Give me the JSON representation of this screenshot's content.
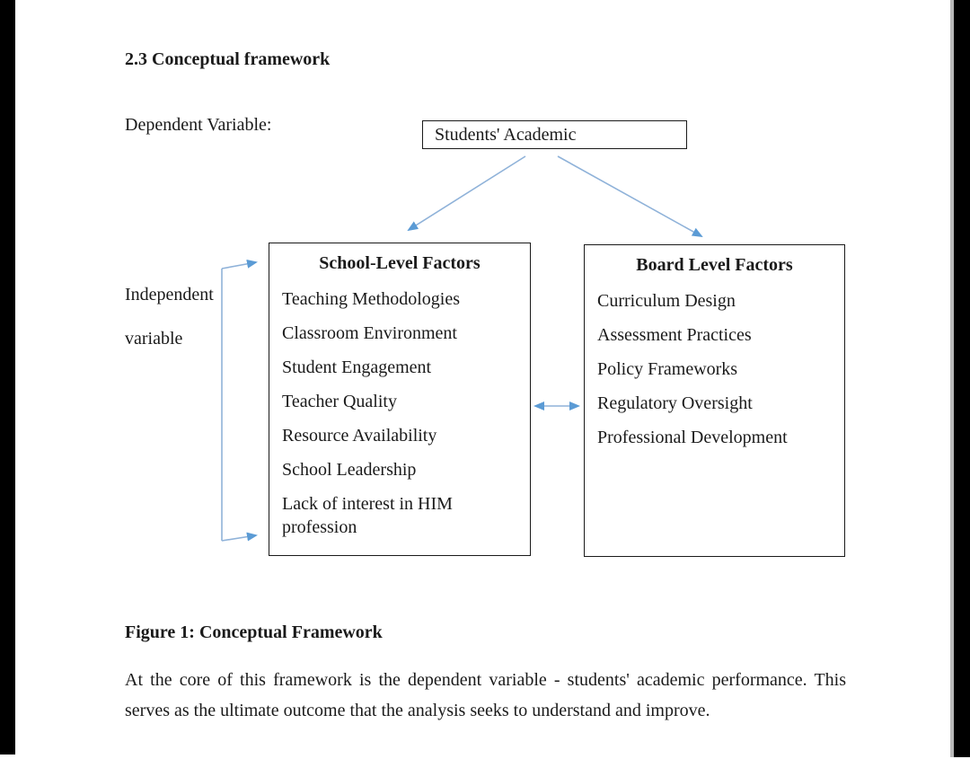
{
  "document": {
    "section_heading": "2.3 Conceptual framework",
    "dependent_variable_label": "Dependent Variable:",
    "independent_variable_line1": "Independent",
    "independent_variable_line2": "variable",
    "figure_caption": "Figure 1: Conceptual Framework",
    "body_paragraph": "At the core of this framework is the dependent variable - students' academic performance. This serves as the ultimate outcome that the analysis seeks to understand and improve."
  },
  "diagram": {
    "dependent_box_label": "Students' Academic",
    "school_box": {
      "title": "School-Level Factors",
      "items": [
        "Teaching Methodologies",
        "Classroom Environment",
        "Student Engagement",
        "Teacher Quality",
        "Resource Availability",
        "School Leadership",
        "Lack of interest in HIM profession"
      ]
    },
    "board_box": {
      "title": "Board Level Factors",
      "items": [
        "Curriculum Design",
        "Assessment Practices",
        "Policy Frameworks",
        "Regulatory Oversight",
        "Professional Development"
      ]
    },
    "colors": {
      "arrow_line": "#8FB2D9",
      "arrow_head": "#5B9BD5",
      "box_border": "#1a1a1a",
      "text": "#1a1a1a"
    }
  }
}
